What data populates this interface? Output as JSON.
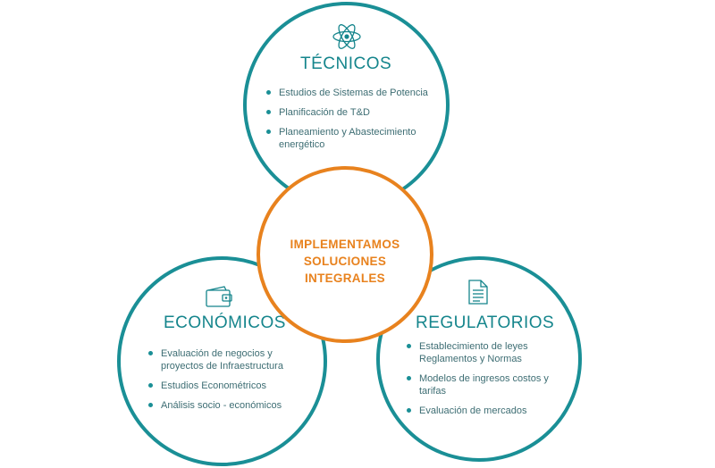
{
  "center": {
    "lines": [
      "IMPLEMENTAMOS",
      "SOLUCIONES",
      "INTEGRALES"
    ]
  },
  "tecnicos": {
    "icon": "atom-icon",
    "title": "TÉCNICOS",
    "items": [
      "Estudios de Sistemas de Potencia",
      "Planificación de T&D",
      "Planeamiento y  Abastecimiento energético"
    ]
  },
  "economicos": {
    "icon": "wallet-icon",
    "title": "ECONÓMICOS",
    "items": [
      "Evaluación de negocios y proyectos de Infraestructura",
      "Estudios Econométricos",
      "Análisis socio - económicos"
    ]
  },
  "regulatorios": {
    "icon": "document-icon",
    "title": "REGULATORIOS",
    "items": [
      "Establecimiento de leyes Reglamentos y Normas",
      "Modelos de ingresos costos y tarifas",
      "Evaluación de mercados"
    ]
  },
  "colors": {
    "teal": "#1a8f96",
    "orange": "#e8821e"
  }
}
